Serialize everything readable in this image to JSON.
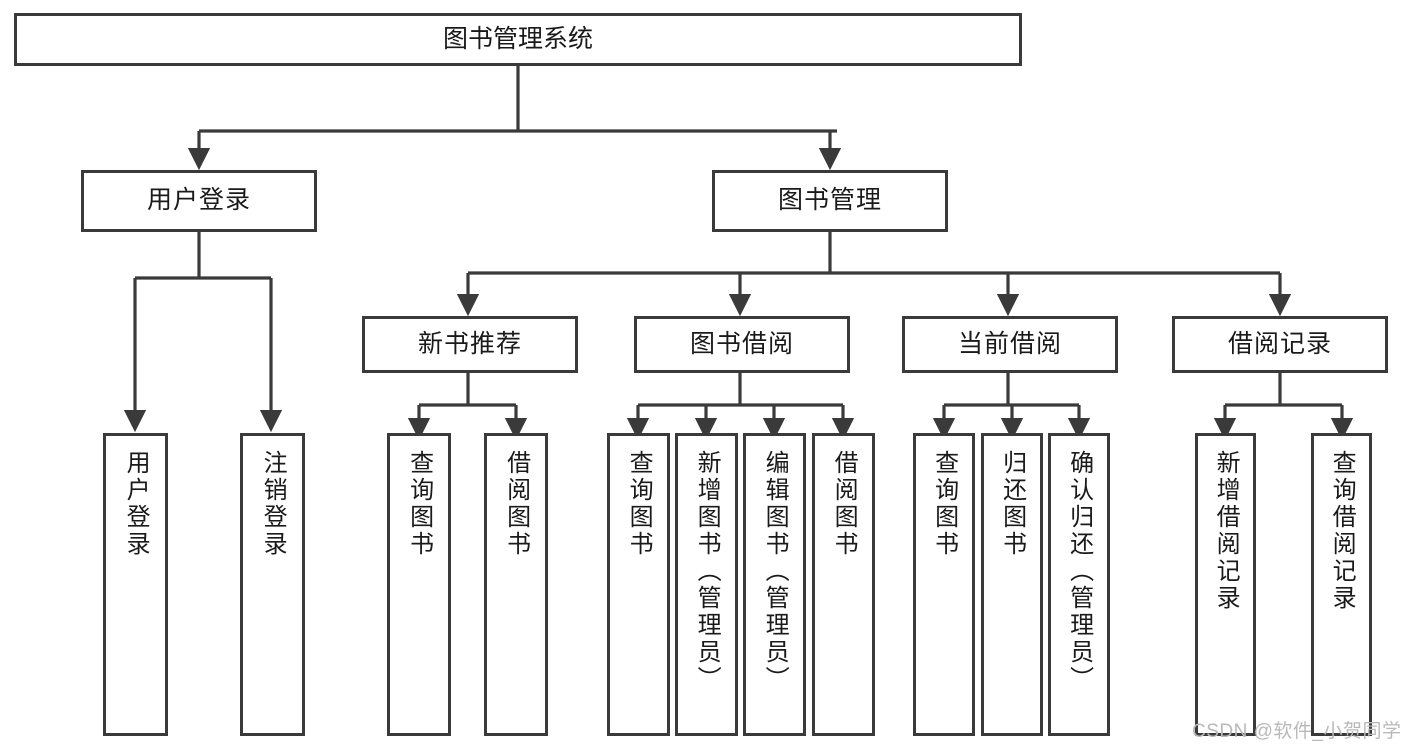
{
  "diagram": {
    "type": "tree",
    "title": "图书管理系统",
    "watermark": "CSDN @软件_小贺同学",
    "colors": {
      "box_border": "#3a3a3a",
      "box_fill": "#ffffff",
      "line": "#3a3a3a",
      "text": "#1a1a1a",
      "watermark": "#b9b9b9"
    },
    "nodes": {
      "root": {
        "label": "图书管理系统"
      },
      "level2": [
        {
          "label": "用户登录"
        },
        {
          "label": "图书管理"
        }
      ],
      "level3": [
        {
          "label": "新书推荐"
        },
        {
          "label": "图书借阅"
        },
        {
          "label": "当前借阅"
        },
        {
          "label": "借阅记录"
        }
      ],
      "leaves": {
        "user_login": [
          {
            "label": "用户登录"
          },
          {
            "label": "注销登录"
          }
        ],
        "new_book": [
          {
            "label": "查询图书"
          },
          {
            "label": "借阅图书"
          }
        ],
        "book_borrow": [
          {
            "label": "查询图书"
          },
          {
            "label": "新增图书（管理员）"
          },
          {
            "label": "编辑图书（管理员）"
          },
          {
            "label": "借阅图书"
          }
        ],
        "current_borrow": [
          {
            "label": "查询图书"
          },
          {
            "label": "归还图书"
          },
          {
            "label": "确认归还（管理员）"
          }
        ],
        "borrow_record": [
          {
            "label": "新增借阅记录"
          },
          {
            "label": "查询借阅记录"
          }
        ]
      }
    }
  }
}
